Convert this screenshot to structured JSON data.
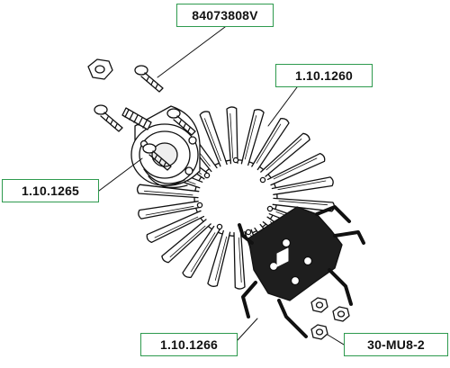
{
  "labels": {
    "screw_part": "84073808V",
    "heatsink_part": "1.10.1260",
    "regulator_part": "1.10.1265",
    "bracket_part": "1.10.1266",
    "nut_part": "30-MU8-2"
  },
  "colors": {
    "callout_border": "#2e9a4e",
    "bracket_fill": "#1e1e1e",
    "line": "#111111"
  }
}
